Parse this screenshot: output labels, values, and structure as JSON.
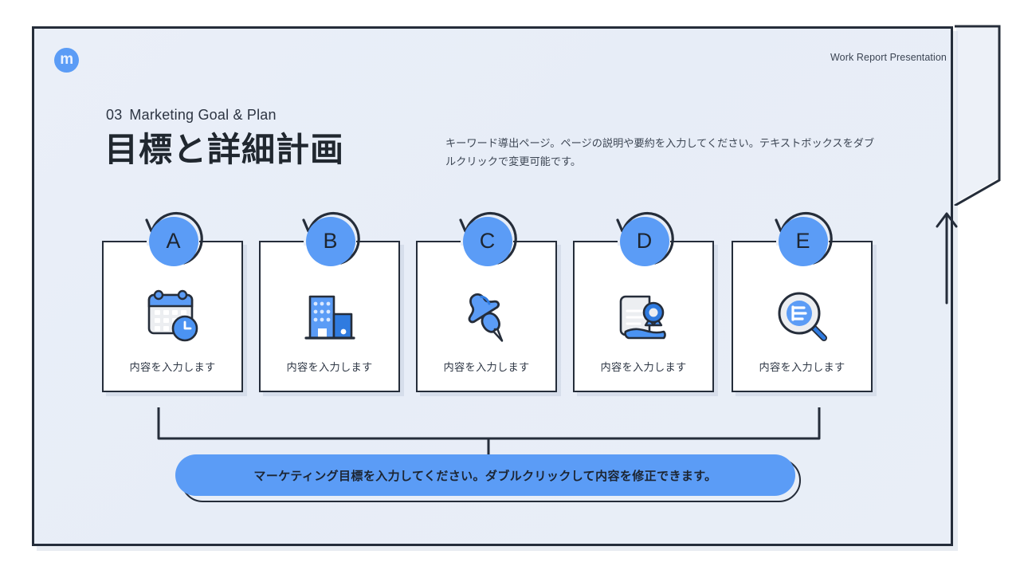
{
  "slide": {
    "logo_letter": "m",
    "header_right": "Work Report Presentation",
    "eyebrow_number": "03",
    "eyebrow_text": "Marketing Goal & Plan",
    "title": "目標と詳細計画",
    "description": "キーワード導出ページ。ページの説明や要約を入力してください。テキストボックスをダブルクリックで変更可能です。",
    "banner_text": "マーケティング目標を入力してください。ダブルクリックして内容を修正できます。"
  },
  "colors": {
    "accent": "#5b9cf6",
    "accent_dark": "#2f7be0",
    "ink": "#252d3a",
    "panel_bg": "#e9eef7",
    "card_bg": "#ffffff"
  },
  "cards": [
    {
      "badge": "A",
      "icon": "calendar-clock-icon",
      "label": "内容を入力します"
    },
    {
      "badge": "B",
      "icon": "office-building-icon",
      "label": "内容を入力します"
    },
    {
      "badge": "C",
      "icon": "pushpin-icon",
      "label": "内容を入力します"
    },
    {
      "badge": "D",
      "icon": "certificate-document-icon",
      "label": "内容を入力します"
    },
    {
      "badge": "E",
      "icon": "magnifier-document-icon",
      "label": "内容を入力します"
    }
  ]
}
